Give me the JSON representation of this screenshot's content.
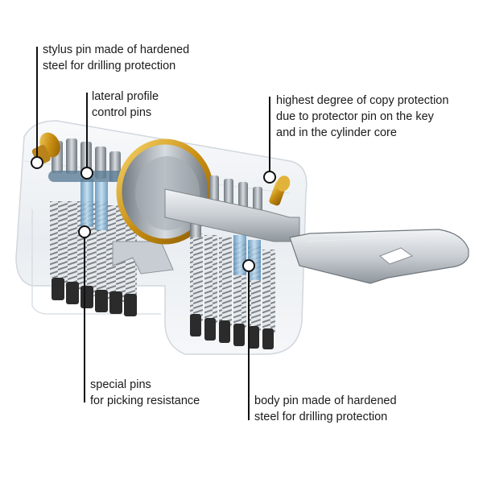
{
  "labels": {
    "stylus_pin": {
      "line1": "stylus pin made of hardened",
      "line2": "steel for drilling protection"
    },
    "lateral_profile": {
      "line1": "lateral profile",
      "line2": "control pins"
    },
    "copy_protection": {
      "line1": "highest degree of copy protection",
      "line2": "due to protector pin on the key",
      "line3": "and in the cylinder core"
    },
    "special_pins": {
      "line1": "special pins",
      "line2": "for picking resistance"
    },
    "body_pin": {
      "line1": "body pin made of hardened",
      "line2": "steel for drilling protection"
    }
  },
  "colors": {
    "callout_line": "#111111",
    "marker_fill": "#ffffff",
    "brass": "#d4a017",
    "steel": "#9aa3ab",
    "spring": "#b8bcc2",
    "dark_pin": "#2b2b2b",
    "blue_pin": "#7fb2d6",
    "housing": "#eef2f5"
  }
}
